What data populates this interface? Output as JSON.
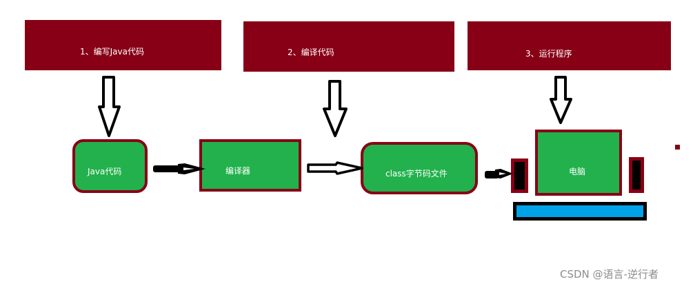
{
  "diagram": {
    "title": "Java program execution flow",
    "steps": [
      {
        "label": "1、编写Java代码"
      },
      {
        "label": "2、编译代码"
      },
      {
        "label": "3、运行程序"
      }
    ],
    "nodes": [
      {
        "label": "Java代码"
      },
      {
        "label": "编译器"
      },
      {
        "label": "class字节码文件"
      },
      {
        "label": "电脑"
      }
    ],
    "edges": [
      {
        "from": "1、编写Java代码",
        "to": "Java代码",
        "style": "hollow-down-arrow"
      },
      {
        "from": "2、编译代码",
        "to": "class字节码文件",
        "style": "hollow-down-arrow"
      },
      {
        "from": "3、运行程序",
        "to": "电脑",
        "style": "hollow-down-arrow"
      },
      {
        "from": "Java代码",
        "to": "编译器",
        "style": "right-arrow"
      },
      {
        "from": "编译器",
        "to": "class字节码文件",
        "style": "right-arrow"
      },
      {
        "from": "class字节码文件",
        "to": "电脑",
        "style": "right-arrow"
      }
    ],
    "colors": {
      "step_fill": "#880015",
      "node_fill": "#22b14c",
      "node_border": "#880015",
      "keyboard_fill": "#00a2e8",
      "speaker_fill": "#000000"
    }
  },
  "watermark": "CSDN @语言-逆行者"
}
